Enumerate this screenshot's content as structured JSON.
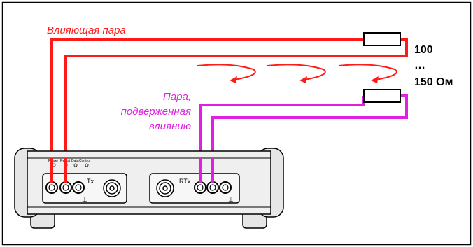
{
  "labels": {
    "disturbing_pair": "Влияющая пара",
    "affected_pair_line1": "Пара,",
    "affected_pair_line2": "подверженная",
    "affected_pair_line3": "влиянию",
    "resistance_top": "100",
    "resistance_dots": "…",
    "resistance_bottom": "150 Ом"
  },
  "device": {
    "led_labels": [
      "Power",
      "Result",
      "Data",
      "Control"
    ],
    "left_port_label": "Tx",
    "right_port_label": "RTx",
    "ground_symbol": "⊥"
  },
  "colors": {
    "disturbing_pair": "#ff1a1a",
    "affected_pair": "#e020e0",
    "outline": "#000000",
    "device_body": "#e6e6e6",
    "device_panel": "#f2f2f2"
  }
}
